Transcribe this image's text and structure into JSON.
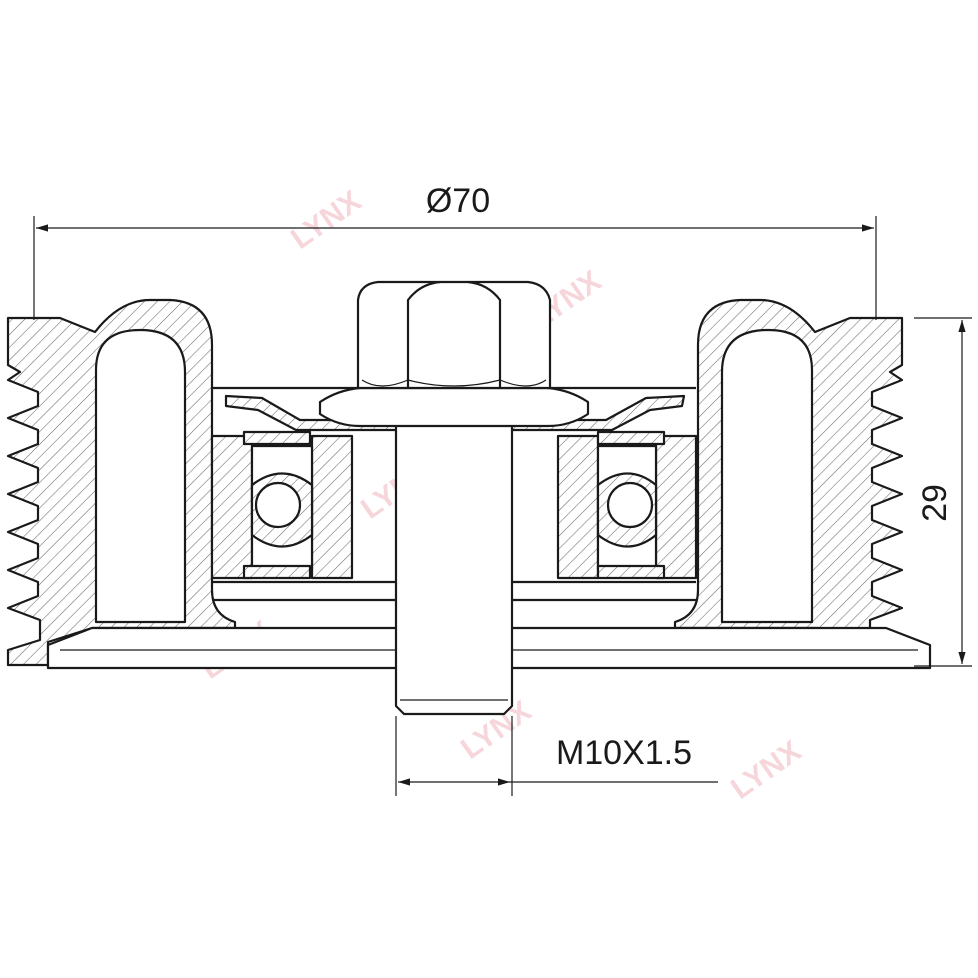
{
  "diagram": {
    "dimensions": {
      "diameter": "Ø70",
      "height": "29",
      "thread": "M10X1.5"
    },
    "watermark": {
      "text": "LYNX"
    }
  }
}
